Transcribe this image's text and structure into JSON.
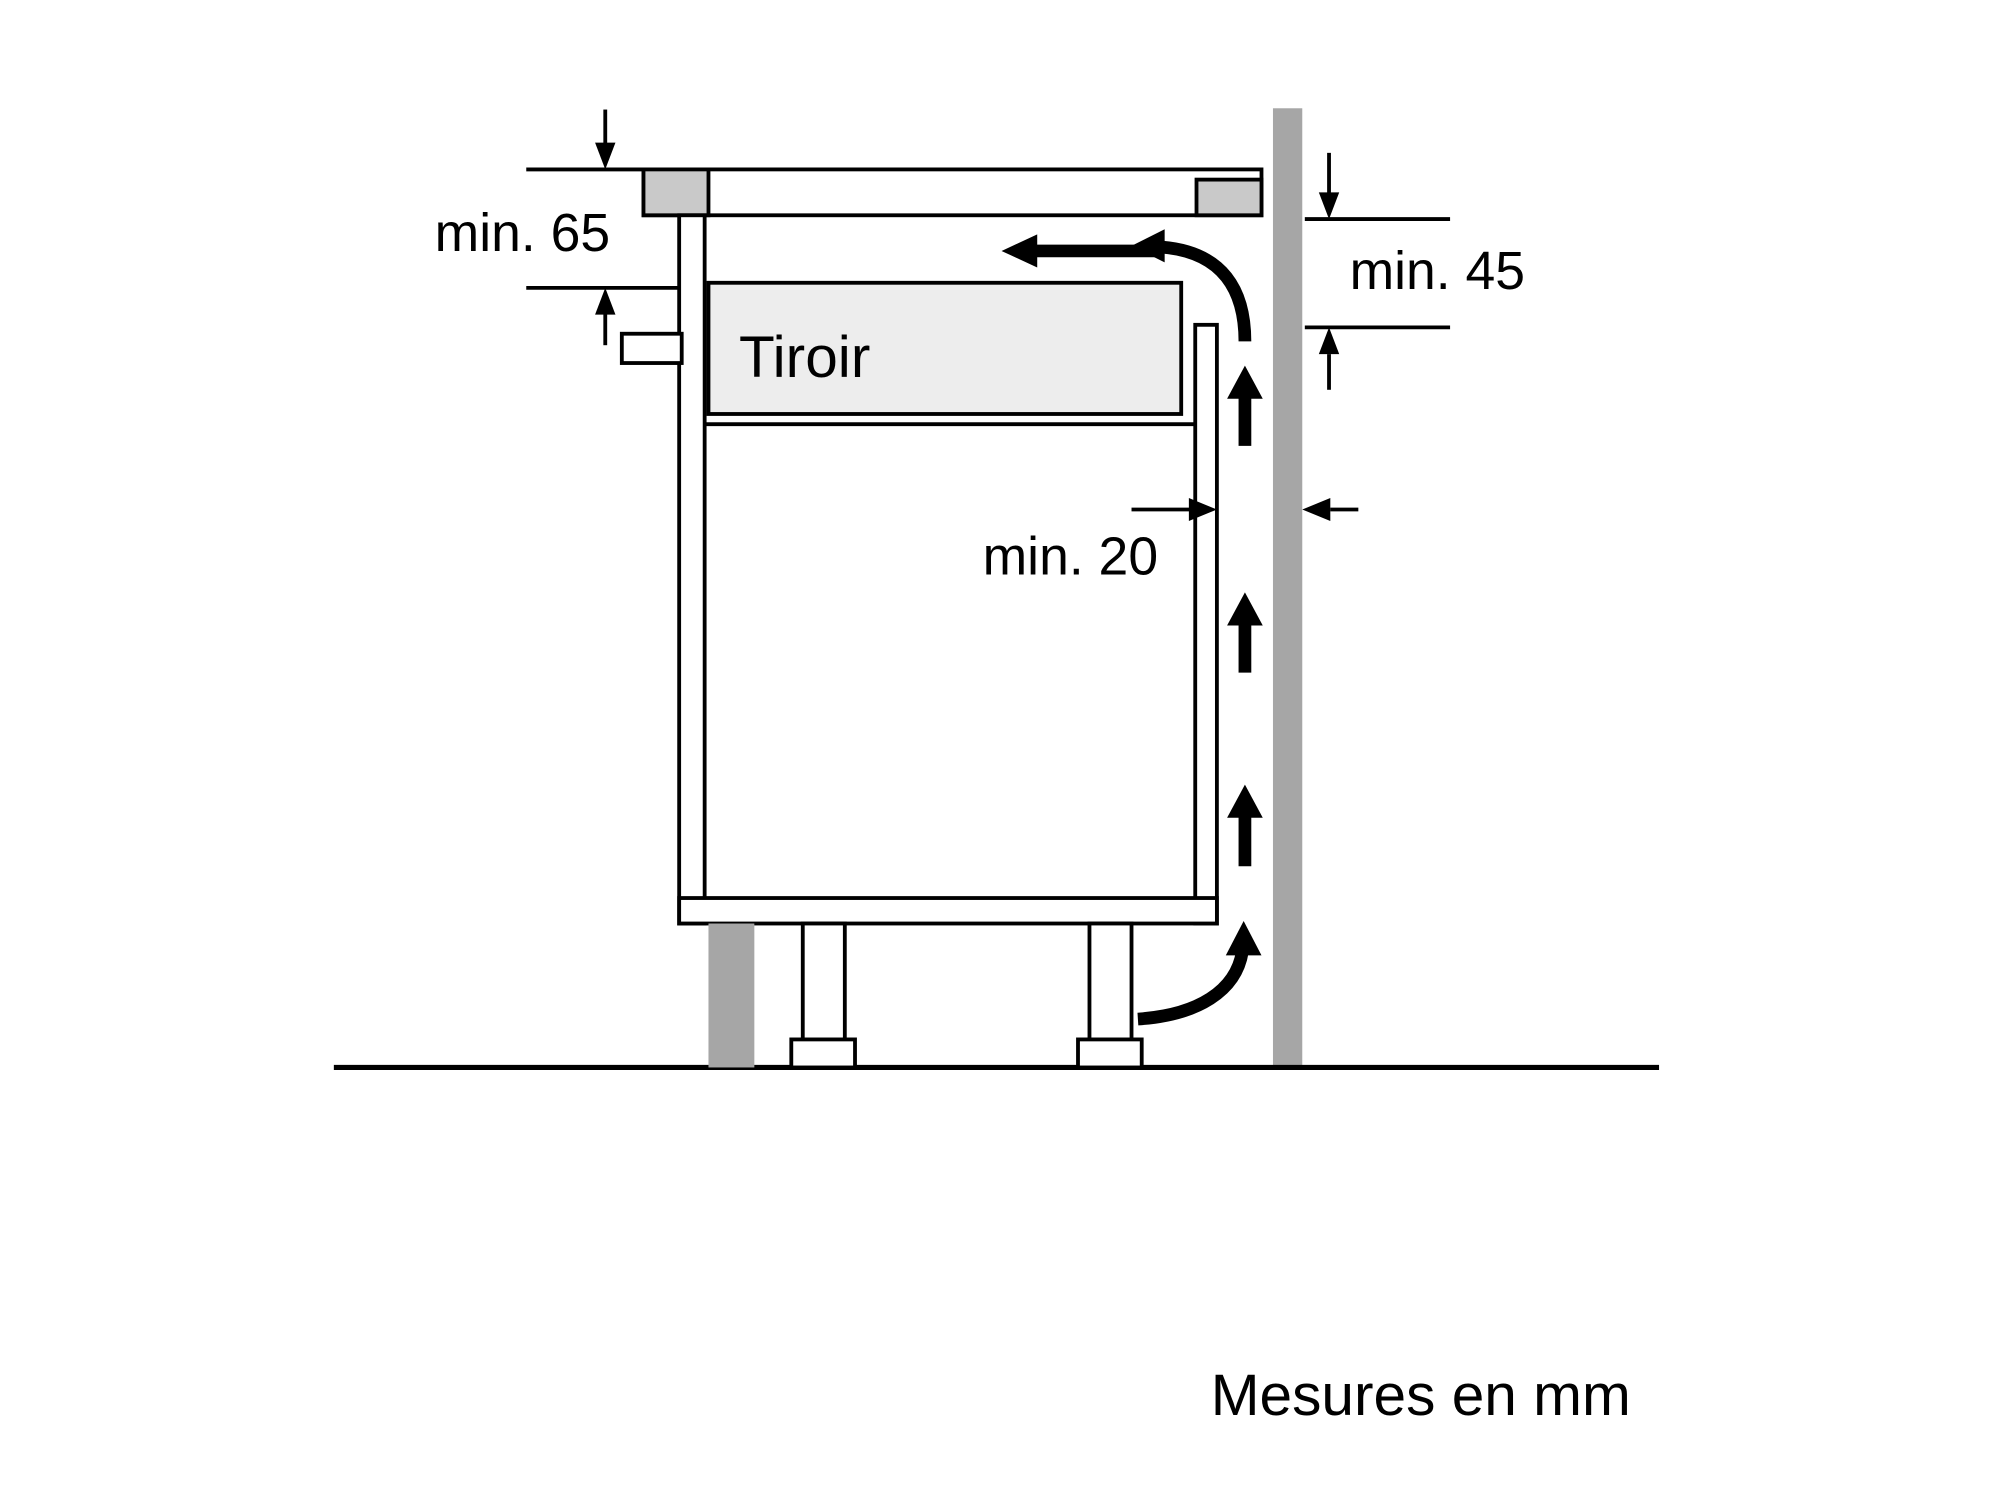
{
  "figure": {
    "drawer_label": "Tiroir",
    "dimensions": {
      "min65": "min. 65",
      "min45": "min. 45",
      "min20": "min. 20"
    },
    "units_note": "Mesures en mm",
    "colors": {
      "background": "#ffffff",
      "line": "#000000",
      "wall": "#a6a6a6",
      "worktop": "#c9c9c9",
      "drawer": "#ededed",
      "plinth": "#a6a6a6"
    }
  }
}
